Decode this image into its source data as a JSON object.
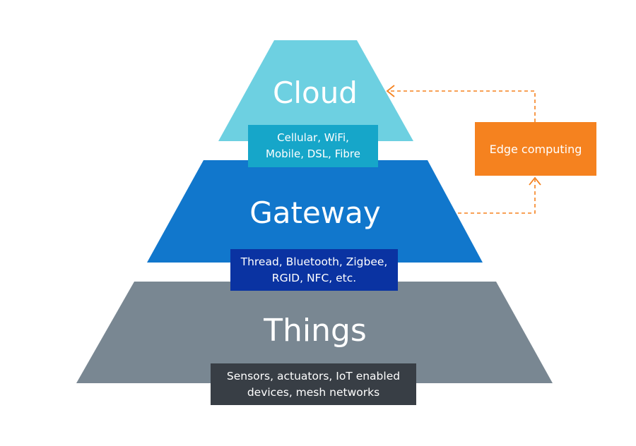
{
  "colors": {
    "cloud": "#6dd0e1",
    "cloud_label": "#16a6c9",
    "gateway": "#1177cc",
    "gateway_label": "#0a33a2",
    "things": "#798792",
    "things_label": "#383e45",
    "edge": "#f5821f",
    "arrow": "#f5821f"
  },
  "tiers": {
    "cloud": {
      "title": "Cloud",
      "label_lines": [
        "Cellular, WiFi,",
        "Mobile, DSL, Fibre"
      ]
    },
    "gateway": {
      "title": "Gateway",
      "label_lines": [
        "Thread, Bluetooth, Zigbee,",
        "RGID, NFC, etc."
      ]
    },
    "things": {
      "title": "Things",
      "label_lines": [
        "Sensors, actuators, IoT enabled",
        "devices, mesh networks"
      ]
    }
  },
  "edge": {
    "label": "Edge computing"
  }
}
